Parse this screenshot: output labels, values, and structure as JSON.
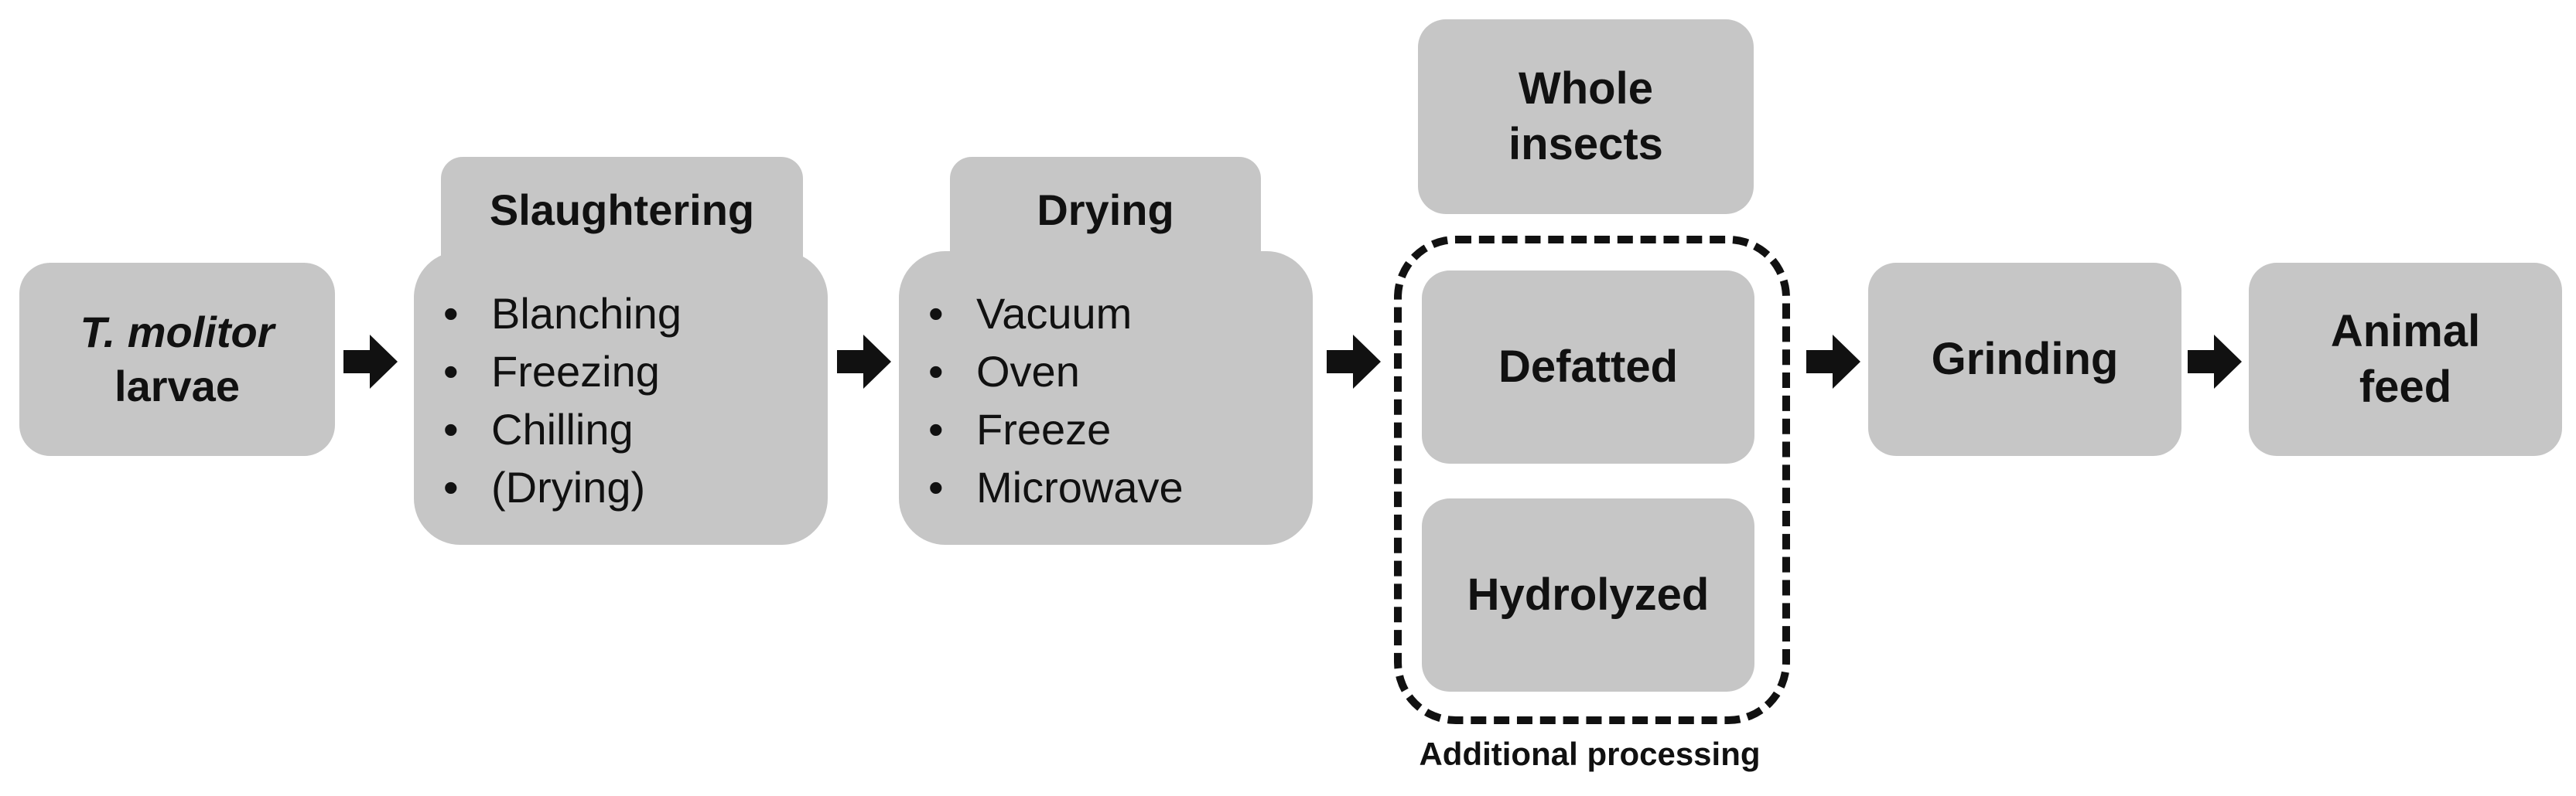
{
  "steps": {
    "start": {
      "line1": "T. molitor",
      "line2": "larvae"
    },
    "slaughtering": {
      "title": "Slaughtering",
      "items": [
        "Blanching",
        "Freezing",
        "Chilling",
        "(Drying)"
      ]
    },
    "drying": {
      "title": "Drying",
      "items": [
        "Vacuum",
        "Oven",
        "Freeze",
        "Microwave"
      ]
    },
    "whole": {
      "line1": "Whole",
      "line2": "insects"
    },
    "defatted": {
      "label": "Defatted"
    },
    "hydrolyzed": {
      "label": "Hydrolyzed"
    },
    "additional_caption": "Additional processing",
    "grinding": {
      "label": "Grinding"
    },
    "feed": {
      "line1": "Animal",
      "line2": "feed"
    }
  },
  "colors": {
    "box_fill": "#c6c6c6",
    "arrow": "#111111",
    "dashed_border": "#111111"
  },
  "icons": {
    "flow_arrow": "right-arrow-icon"
  }
}
